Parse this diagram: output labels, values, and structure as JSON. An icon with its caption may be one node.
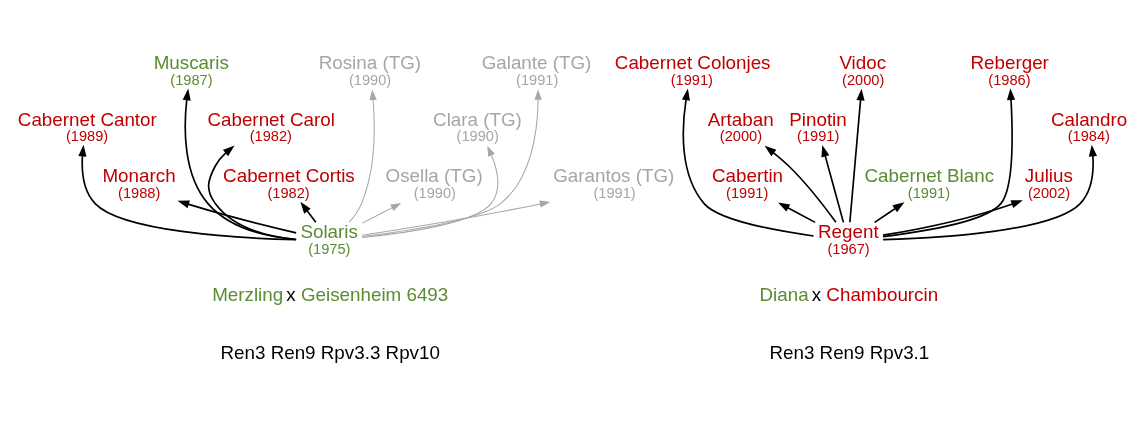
{
  "diagram": {
    "nodes": [
      {
        "text": [
          "Cabernet Cantor",
          "(1989)"
        ]
      },
      {
        "text": [
          "Monarch",
          "(1988)"
        ]
      },
      {
        "text": [
          "Muscaris",
          "(1987)"
        ]
      },
      {
        "text": [
          "Cabernet Carol",
          "(1982)"
        ]
      },
      {
        "text": [
          "Cabernet Cortis",
          "(1982)"
        ]
      },
      {
        "text": [
          "Rosina (TG)",
          "(1990)"
        ]
      },
      {
        "text": [
          "Osella (TG)",
          "(1990)"
        ]
      },
      {
        "text": [
          "Clara (TG)",
          "(1990)"
        ]
      },
      {
        "text": [
          "Galante (TG)",
          "(1991)"
        ]
      },
      {
        "text": [
          "Garantos (TG)",
          "(1991)"
        ]
      },
      {
        "text": [
          "Solaris",
          "(1975)"
        ]
      },
      {
        "text": [
          "Cabernet Colonjes",
          "(1991)"
        ]
      },
      {
        "text": [
          "Cabertin",
          "(1991)"
        ]
      },
      {
        "text": [
          "Artaban",
          "(2000)"
        ]
      },
      {
        "text": [
          "Pinotin",
          "(1991)"
        ]
      },
      {
        "text": [
          "Vidoc",
          "(2000)"
        ]
      },
      {
        "text": [
          "Cabernet Blanc",
          "(1991)"
        ]
      },
      {
        "text": [
          "Reberger",
          "(1986)"
        ]
      },
      {
        "text": [
          "Julius",
          "(2002)"
        ]
      },
      {
        "text": [
          "Calandro",
          "(1984)"
        ]
      },
      {
        "text": [
          "Regent",
          "(1967)"
        ]
      }
    ],
    "edges": [
      {
        "from": 10,
        "to": 4,
        "arrow": "to"
      },
      {
        "from": 10,
        "to": 3,
        "arrow": "to"
      },
      {
        "from": 10,
        "to": 2,
        "arrow": "to"
      },
      {
        "from": 10,
        "to": 1,
        "arrow": "to"
      },
      {
        "from": 10,
        "to": 0,
        "arrow": "to"
      },
      {
        "from": 10,
        "to": 5,
        "arrow": "to",
        "color": "#a6a6a6"
      },
      {
        "from": 10,
        "to": 6,
        "arrow": "to",
        "color": "#a6a6a6"
      },
      {
        "from": 10,
        "to": 7,
        "arrow": "to",
        "color": "#a6a6a6"
      },
      {
        "from": 10,
        "to": 8,
        "arrow": "to",
        "color": "#a6a6a6"
      },
      {
        "from": 10,
        "to": 9,
        "arrow": "to",
        "color": "#a6a6a6"
      },
      {
        "from": 20,
        "to": 19,
        "arrow": "to"
      },
      {
        "from": 20,
        "to": 17,
        "arrow": "to"
      },
      {
        "from": 20,
        "to": 16,
        "arrow": "to"
      },
      {
        "from": 20,
        "to": 14,
        "arrow": "to"
      },
      {
        "from": 20,
        "to": 11,
        "arrow": "to"
      },
      {
        "from": 20,
        "to": 12,
        "arrow": "to"
      },
      {
        "from": 20,
        "to": 13,
        "arrow": "to"
      },
      {
        "from": 20,
        "to": 15,
        "arrow": "to"
      },
      {
        "from": 20,
        "to": 18,
        "arrow": "to"
      }
    ],
    "labels": [
      "Merzling",
      "x",
      "Geisenheim 6493",
      "Ren3 Ren9 Rpv3.3 Rpv10",
      "Diana",
      "x",
      "Chambourcin",
      "Ren3 Ren9 Rpv3.1"
    ]
  }
}
